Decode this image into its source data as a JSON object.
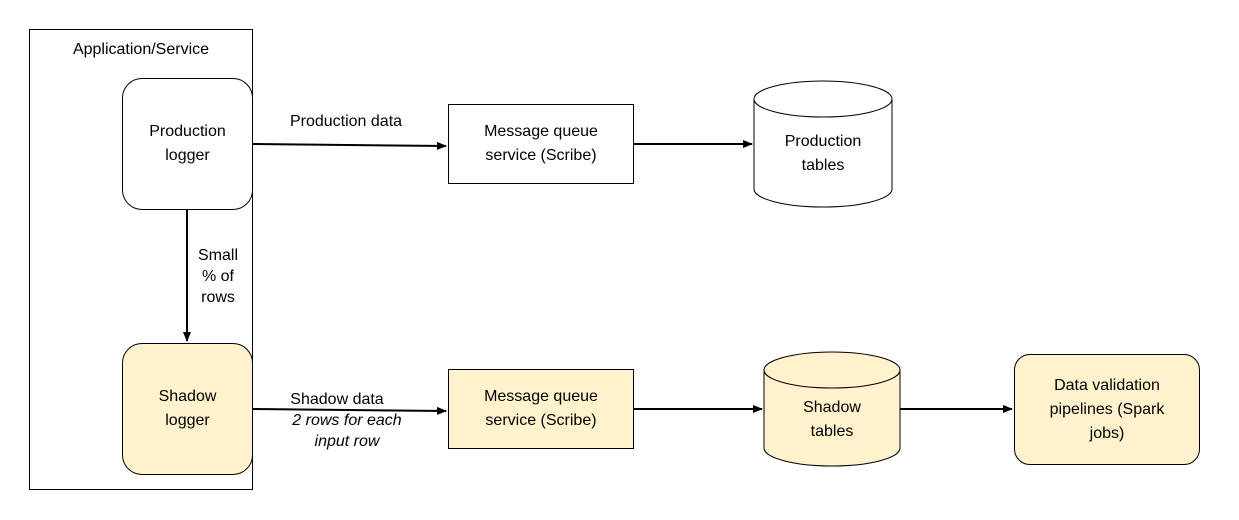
{
  "container": {
    "title": "Application/Service"
  },
  "nodes": {
    "production_logger": "Production\nlogger",
    "shadow_logger": "Shadow\nlogger",
    "mq_production": "Message queue\nservice (Scribe)",
    "mq_shadow": "Message queue\nservice (Scribe)",
    "production_tables": "Production\ntables",
    "shadow_tables": "Shadow\ntables",
    "validation": "Data validation\npipelines (Spark\njobs)"
  },
  "edges": {
    "production_data": "Production data",
    "small_pct": "Small\n% of\nrows",
    "shadow_data": "Shadow data",
    "shadow_note": "2 rows for each\ninput row"
  },
  "colors": {
    "shadow_fill": "#fff2cc",
    "stroke": "#000000"
  }
}
